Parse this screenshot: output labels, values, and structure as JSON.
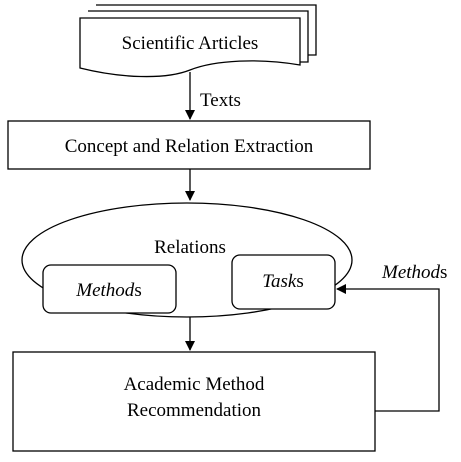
{
  "diagram": {
    "nodes": {
      "articles": "Scientific Articles",
      "extraction": "Concept and Relation Extraction",
      "relations": "Relations",
      "methods": {
        "italic": "Method",
        "plain": "s"
      },
      "tasks": {
        "italic": "Task",
        "plain": "s"
      },
      "recommendation_line1": "Academic Method",
      "recommendation_line2": "Recommendation"
    },
    "edges": {
      "texts": "Texts",
      "feedback": {
        "italic": "Method",
        "plain": "s"
      }
    },
    "colors": {
      "stroke": "#000000",
      "background": "#ffffff"
    }
  }
}
